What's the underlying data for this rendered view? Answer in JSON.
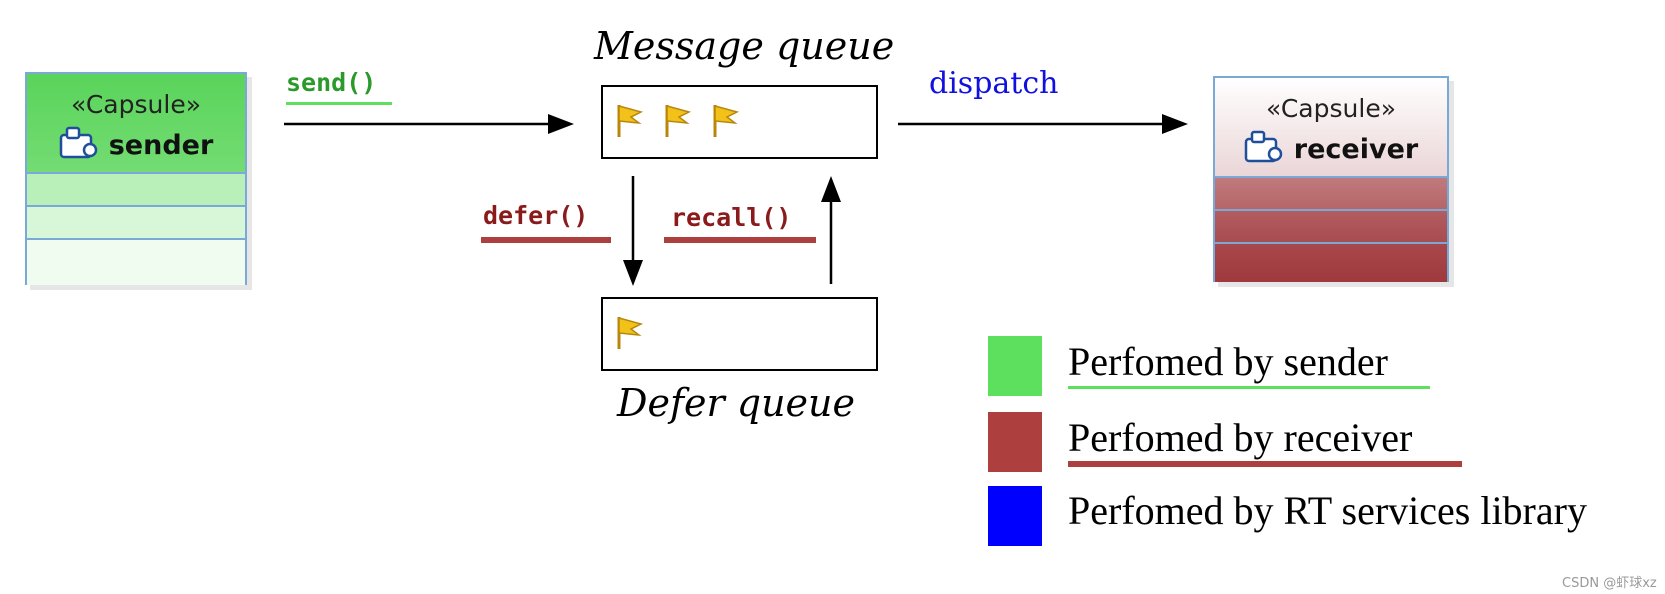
{
  "sender": {
    "stereotype": "«Capsule»",
    "name": "sender",
    "icon": "capsule-icon"
  },
  "receiver": {
    "stereotype": "«Capsule»",
    "name": "receiver",
    "icon": "capsule-icon"
  },
  "labels": {
    "send": "send()",
    "dispatch": "dispatch",
    "defer": "defer()",
    "recall": "recall()"
  },
  "queues": {
    "message": {
      "title": "Message queue",
      "items": 3
    },
    "defer": {
      "title": "Defer queue",
      "items": 1
    }
  },
  "legend": [
    {
      "text": "Perfomed by sender",
      "color": "#5de05d"
    },
    {
      "text": "Perfomed by receiver",
      "color": "#ad3f3f"
    },
    {
      "text": "Perfomed by RT services library",
      "color": "#0000ff"
    }
  ],
  "colors": {
    "sender_code": "#2a9a2a",
    "dispatch": "#1010e0",
    "receiver_code": "#8b1a1a",
    "arrow": "#000000"
  },
  "watermark": "CSDN @虾球xz"
}
